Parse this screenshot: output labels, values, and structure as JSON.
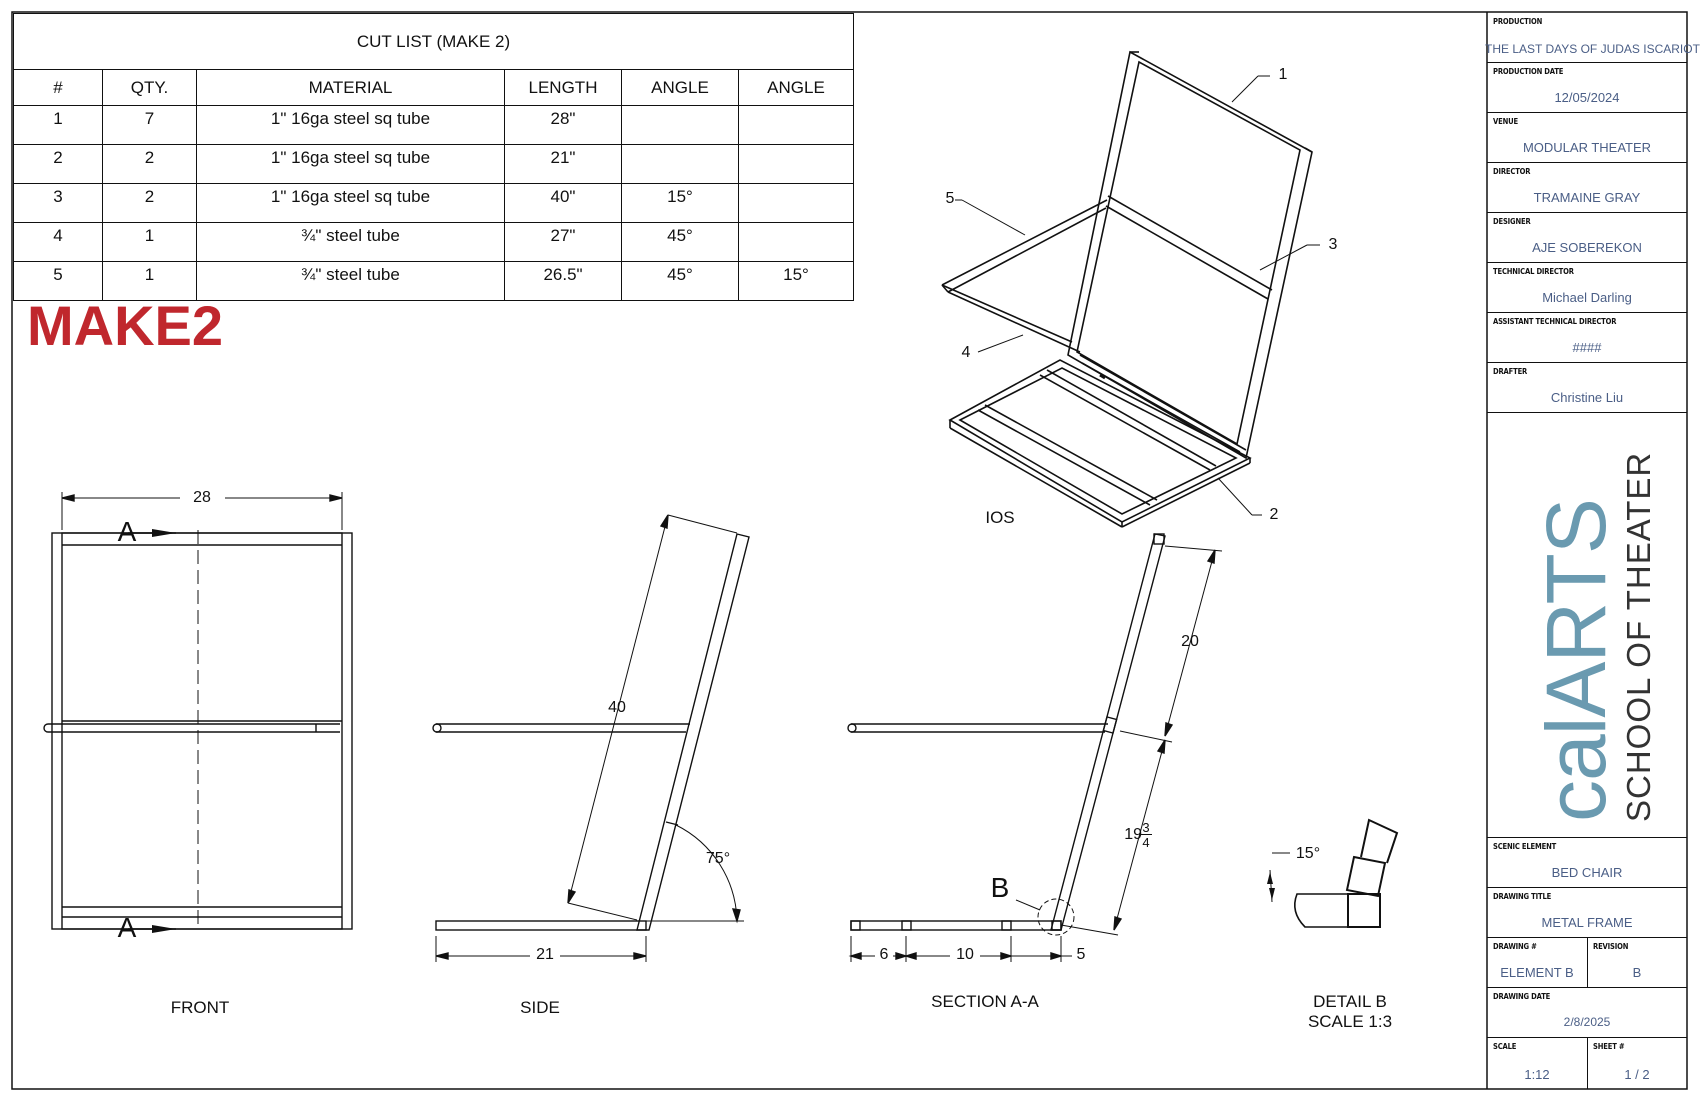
{
  "cut_list": {
    "caption": "CUT LIST (MAKE 2)",
    "headers": [
      "#",
      "QTY.",
      "MATERIAL",
      "LENGTH",
      "ANGLE",
      "ANGLE"
    ],
    "rows": [
      {
        "num": "1",
        "qty": "7",
        "material": "1\" 16ga steel sq tube",
        "length": "28\"",
        "angle1": "",
        "angle2": ""
      },
      {
        "num": "2",
        "qty": "2",
        "material": "1\" 16ga steel sq tube",
        "length": "21\"",
        "angle1": "",
        "angle2": ""
      },
      {
        "num": "3",
        "qty": "2",
        "material": "1\" 16ga steel sq tube",
        "length": "40\"",
        "angle1": "15°",
        "angle2": ""
      },
      {
        "num": "4",
        "qty": "1",
        "material": "¾\" steel tube",
        "length": "27\"",
        "angle1": "45°",
        "angle2": ""
      },
      {
        "num": "5",
        "qty": "1",
        "material": "¾\" steel tube",
        "length": "26.5\"",
        "angle1": "45°",
        "angle2": "15°"
      }
    ]
  },
  "make_label": "MAKE2",
  "views": {
    "front": "FRONT",
    "side": "SIDE",
    "section": "SECTION A-A",
    "detail": "DETAIL B",
    "detail_scale": "SCALE 1:3",
    "iso": "IOS"
  },
  "dimensions": {
    "front_width": "28",
    "section_marker": "A",
    "side_length": "40",
    "side_angle": "75°",
    "side_base": "21",
    "section_upper": "20",
    "section_lower_whole": "19",
    "section_lower_num": "3",
    "section_lower_den": "4",
    "section_seg1": "6",
    "section_seg2": "10",
    "section_seg3": "5",
    "detail_marker": "B",
    "detail_angle": "15°"
  },
  "callouts": [
    "1",
    "2",
    "3",
    "4",
    "5"
  ],
  "title_block": {
    "production_key": "PRODUCTION",
    "production": "THE LAST DAYS OF JUDAS ISCARIOT",
    "production_date_key": "PRODUCTION DATE",
    "production_date": "12/05/2024",
    "venue_key": "VENUE",
    "venue": "MODULAR THEATER",
    "director_key": "DIRECTOR",
    "director": "TRAMAINE GRAY",
    "designer_key": "DESIGNER",
    "designer": "AJE SOBEREKON",
    "td_key": "TECHNICAL DIRECTOR",
    "td": "Michael Darling",
    "atd_key": "ASSISTANT TECHNICAL DIRECTOR",
    "atd": "####",
    "drafter_key": "DRAFTER",
    "drafter": "Christine Liu",
    "logo_main": "calARTS",
    "logo_sub": "SCHOOL OF THEATER",
    "scenic_key": "SCENIC ELEMENT",
    "scenic": "BED CHAIR",
    "drawing_title_key": "DRAWING TITLE",
    "drawing_title": "METAL FRAME",
    "drawing_num_key": "DRAWING #",
    "drawing_num": "ELEMENT B",
    "revision_key": "REVISION",
    "revision": "B",
    "drawing_date_key": "DRAWING DATE",
    "drawing_date": "2/8/2025",
    "scale_key": "SCALE",
    "scale": "1:12",
    "sheet_key": "SHEET #",
    "sheet": "1 / 2"
  },
  "colors": {
    "make_red": "#c0272d",
    "logo_blue": "#6a9ab0",
    "title_value": "#4a5e86"
  }
}
